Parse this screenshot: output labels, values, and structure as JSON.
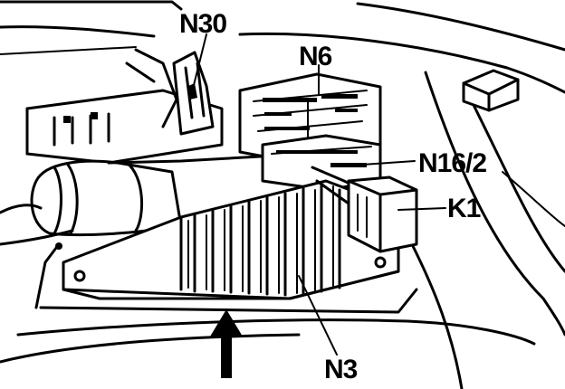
{
  "labels": {
    "n30": "N30",
    "n6": "N6",
    "n16_2": "N16/2",
    "k1": "K1",
    "n3": "N3"
  },
  "colors": {
    "ink": "#000000",
    "paper": "#ffffff"
  }
}
